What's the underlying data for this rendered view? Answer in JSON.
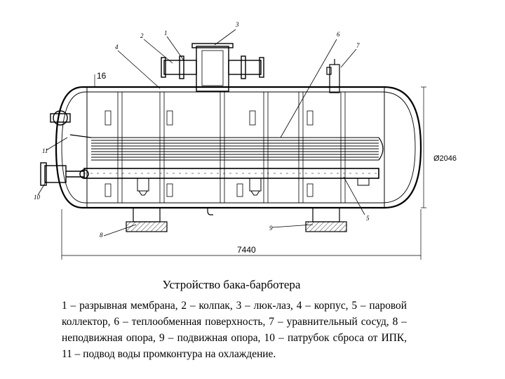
{
  "diagram": {
    "dimensions": {
      "top_thickness": "16",
      "diameter": "Ø2046",
      "length": "7440"
    },
    "callouts": [
      "1",
      "2",
      "3",
      "4",
      "5",
      "6",
      "7",
      "8",
      "9",
      "10",
      "11"
    ]
  },
  "caption": {
    "title": "Устройство бака-барботера",
    "legend": "1 – разрывная мембрана, 2 – колпак, 3 – люк-лаз, 4 – корпус, 5 – паровой коллектор, 6 – теплообменная поверхность, 7 – уравнительный сосуд, 8 – неподвижная опора, 9 – подвижная опора, 10 – патрубок сброса от ИПК, 11 – подвод воды промконтура на охлаждение."
  }
}
